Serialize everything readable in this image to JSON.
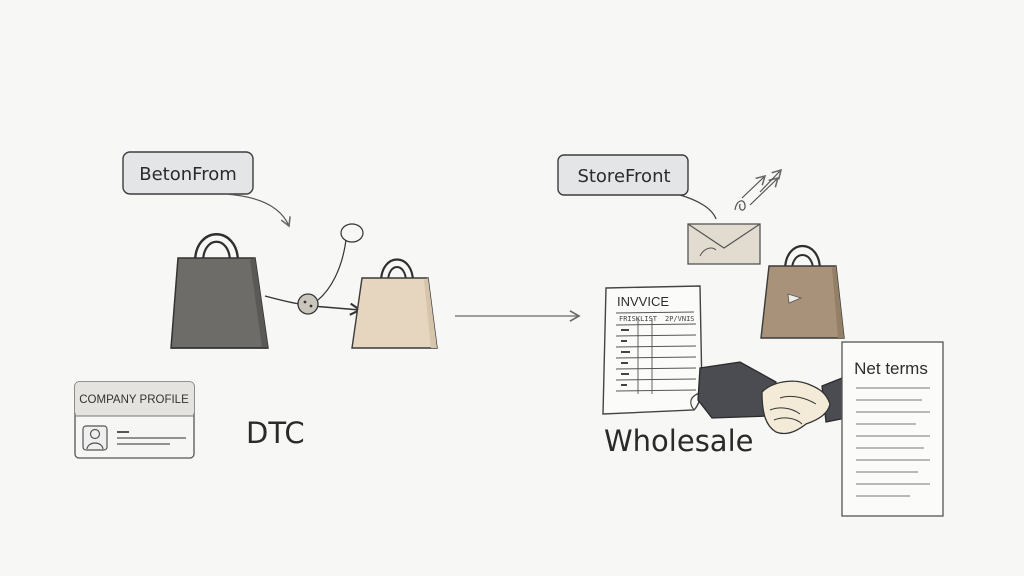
{
  "left": {
    "callout_label": "BetonFrom",
    "section_label": "DTC",
    "company_profile": {
      "title": "COMPANY PROFILE"
    }
  },
  "right": {
    "callout_label": "StoreFront",
    "section_label": "Wholesale",
    "invoice": {
      "title": "INVVICE",
      "col_headers": [
        "FRISKLIST",
        "2P/VNIS"
      ]
    },
    "net_terms": {
      "title": "Net terms"
    }
  },
  "icons": [
    "shopping-bag-icon",
    "id-card-icon",
    "envelope-icon",
    "arrows-icon",
    "invoice-document-icon",
    "handshake-icon",
    "document-icon"
  ],
  "colors": {
    "background": "#f7f7f5",
    "bag_dark": "#6e6c68",
    "bag_light": "#e6d6c0",
    "bag_brown": "#a8937a",
    "callout_fill": "#e3e5e6",
    "line": "#3b3b3b"
  }
}
